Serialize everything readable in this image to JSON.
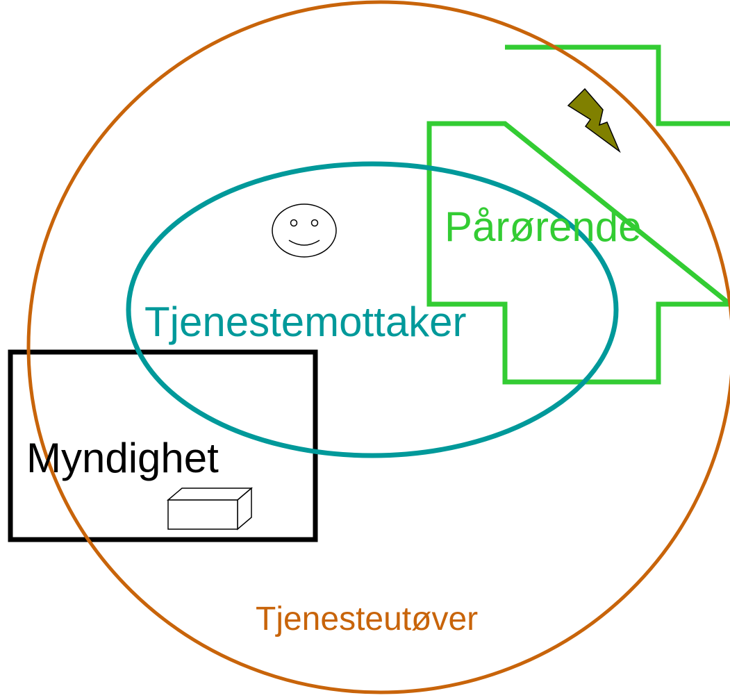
{
  "labels": {
    "parorende": "Pårørende",
    "tjenestemottaker": "Tjenestemottaker",
    "myndighet": "Myndighet",
    "tjenesteutover": "Tjenesteutøver"
  },
  "colors": {
    "tjenesteutover": "#C8640A",
    "tjenestemottaker": "#00999A",
    "parorende": "#33CC33",
    "myndighet": "#000000",
    "lightning_fill": "#808000"
  },
  "icons": {
    "parorende": "lightning-icon",
    "tjenestemottaker": "smiley-face-icon",
    "myndighet": "box-icon"
  }
}
